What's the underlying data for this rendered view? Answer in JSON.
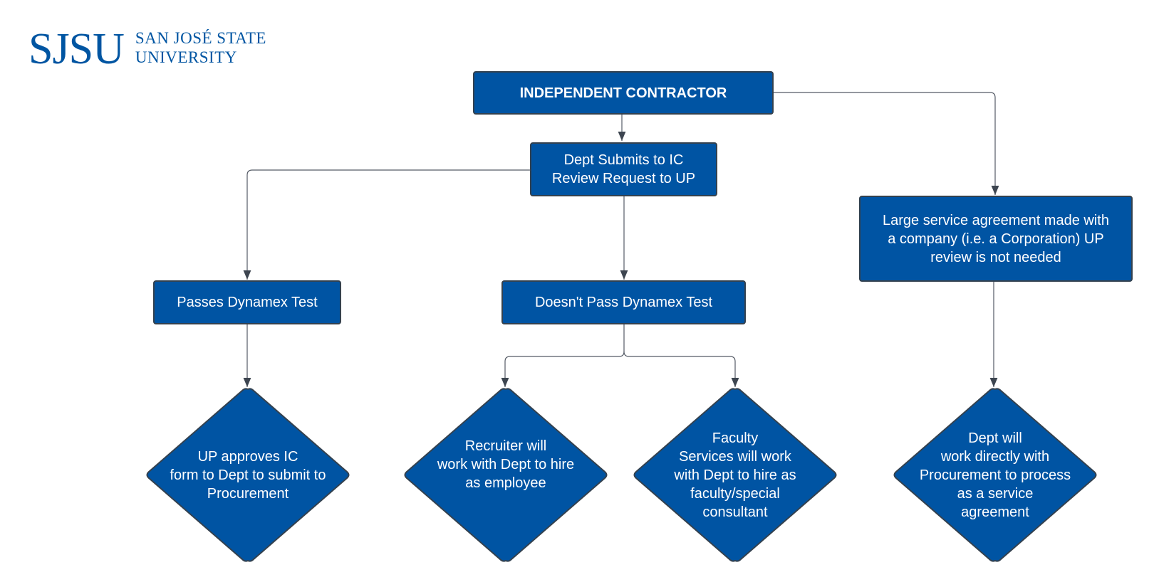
{
  "logo": {
    "mark": "SJSU",
    "line1": "SAN JOSÉ STATE",
    "line2": "UNIVERSITY"
  },
  "nodes": {
    "root": "INDEPENDENT CONTRACTOR",
    "submit": "Dept Submits to IC\nReview Request to UP",
    "large": "Large service agreement made with\na company (i.e. a Corporation) UP\nreview is not needed",
    "passes": "Passes Dynamex Test",
    "fails": "Doesn't Pass Dynamex Test",
    "up_approves": "UP approves IC\nform to Dept to submit to\nProcurement",
    "recruiter": "Recruiter will\nwork with Dept to hire\nas employee",
    "faculty": "Faculty\nServices will work\nwith Dept to hire as\nfaculty/special\nconsultant",
    "procurement": "Dept will\nwork directly with\nProcurement to process\nas a service\nagreement"
  },
  "colors": {
    "node_fill": "#0054a3",
    "node_border": "#33414f",
    "connector": "#555b66",
    "logo": "#0055a2"
  }
}
